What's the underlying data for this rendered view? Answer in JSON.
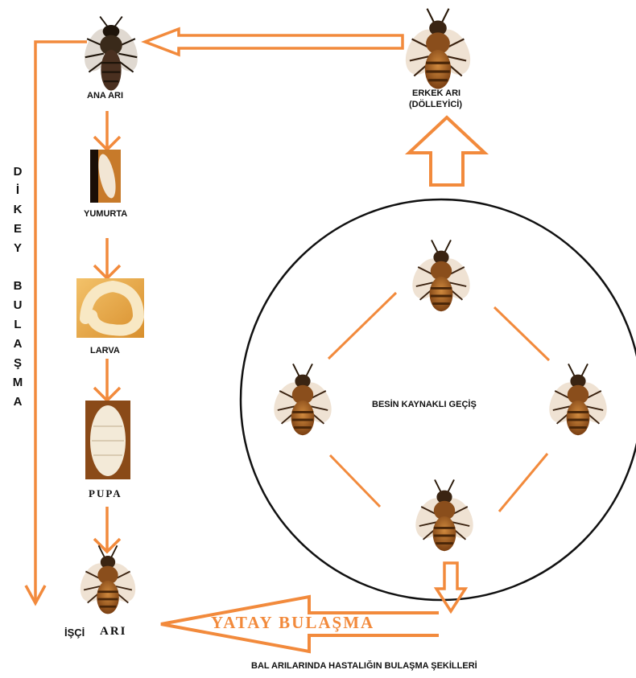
{
  "labels": {
    "ana_ari": "ANA ARI",
    "erkek_ari_line1": "ERKEK ARI",
    "erkek_ari_line2": "(DÖLLEYİCİ)",
    "yumurta": "YUMURTA",
    "larva": "LARVA",
    "pupa": "PUPA",
    "isci_ari_part1": "İŞÇİ",
    "isci_ari_part2": "ARI",
    "besin": "BESİN KAYNAKLI GEÇİŞ",
    "yatay": "YATAY BULAŞMA",
    "caption": "BAL ARILARINDA HASTALIĞIN BULAŞMA ŞEKİLLERİ"
  },
  "vertical_text": {
    "word1": [
      "D",
      "İ",
      "K",
      "E",
      "Y"
    ],
    "word2": [
      "B",
      "U",
      "L",
      "A",
      "Ş",
      "M",
      "A"
    ]
  },
  "colors": {
    "arrow": "#f28a3c",
    "text": "#111111",
    "circle": "#111111"
  },
  "icons": [
    "queen-bee-icon",
    "drone-bee-icon",
    "worker-bee-icon",
    "egg-icon",
    "larva-icon",
    "pupa-icon"
  ]
}
